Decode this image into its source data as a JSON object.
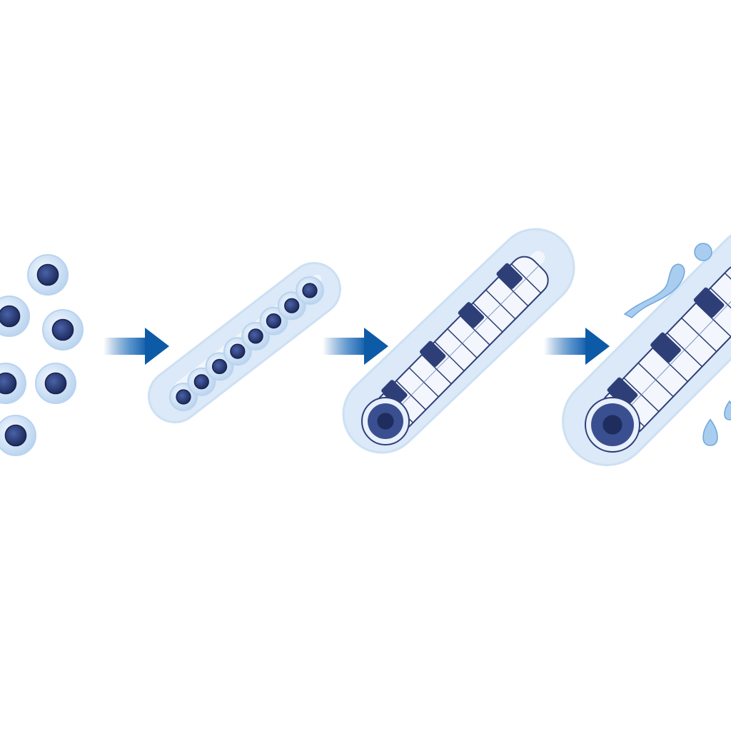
{
  "colors": {
    "background": "#ffffff",
    "cell_membrane": "#d6e6f7",
    "cell_nucleus": "#2c3f7a",
    "tube": "#dbe9f8",
    "tube_edge": "#b9d3ef",
    "arrow": "#0d5aa7",
    "fiber_block": "#f3f7fd",
    "fiber_dark": "#2e3f78",
    "droplet": "#a9cdef"
  },
  "stages": [
    {
      "name": "free-cells",
      "cell_count": 6
    },
    {
      "name": "cells-in-tube",
      "cell_count": 8
    },
    {
      "name": "fiber-in-tube"
    },
    {
      "name": "fiber-with-droplets",
      "droplet_count": 4
    }
  ],
  "arrows": 3
}
